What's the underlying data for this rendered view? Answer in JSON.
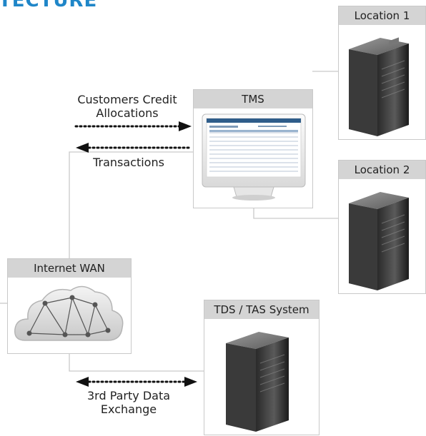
{
  "heading": "TECTURE",
  "nodes": {
    "location1": {
      "label": "Location 1"
    },
    "location2": {
      "label": "Location 2"
    },
    "tms": {
      "label": "TMS"
    },
    "internet_wan": {
      "label": "Internet WAN"
    },
    "tds": {
      "label": "TDS / TAS System"
    }
  },
  "flows": {
    "credit_line1": "Customers Credit",
    "credit_line2": "Allocations",
    "transactions": "Transactions",
    "exchange_line1": "3rd Party Data",
    "exchange_line2": "Exchange"
  },
  "colors": {
    "accent": "#1f86c8",
    "header_bg": "#d4d4d4",
    "border": "#c9c9c9"
  }
}
